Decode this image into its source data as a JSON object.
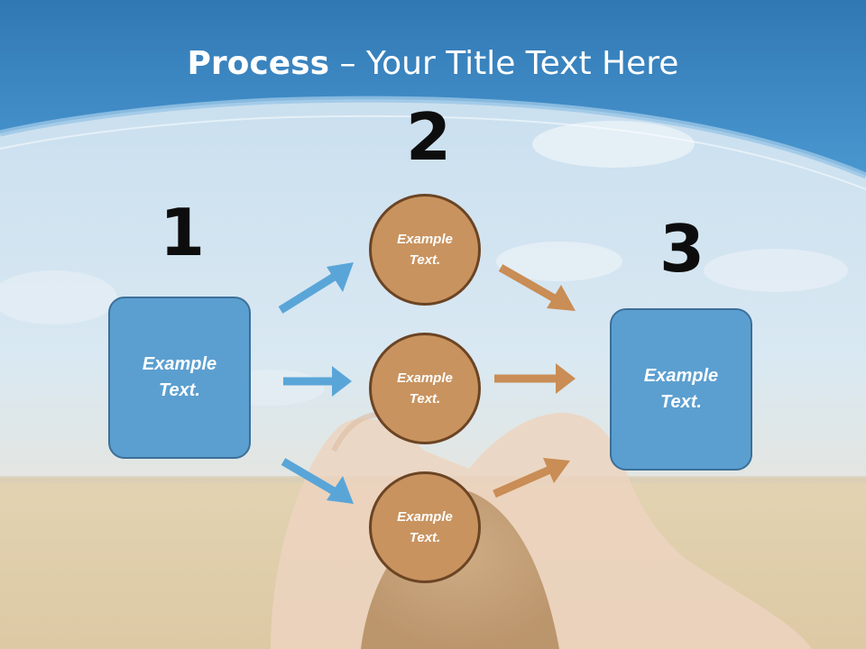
{
  "title": {
    "bold": "Process",
    "rest": " – Your Title Text Here"
  },
  "steps": [
    {
      "number": "1",
      "text": "Example Text."
    },
    {
      "number": "2",
      "items": [
        {
          "text": "Example Text."
        },
        {
          "text": "Example Text."
        },
        {
          "text": "Example Text."
        }
      ]
    },
    {
      "number": "3",
      "text": "Example Text."
    }
  ],
  "colors": {
    "banner": "#3f8bc6",
    "box_fill": "#5b9fd0",
    "circle_fill": "#c8935f",
    "blue_arrow": "#5aa5d8",
    "orange_arrow": "#c98d55"
  }
}
